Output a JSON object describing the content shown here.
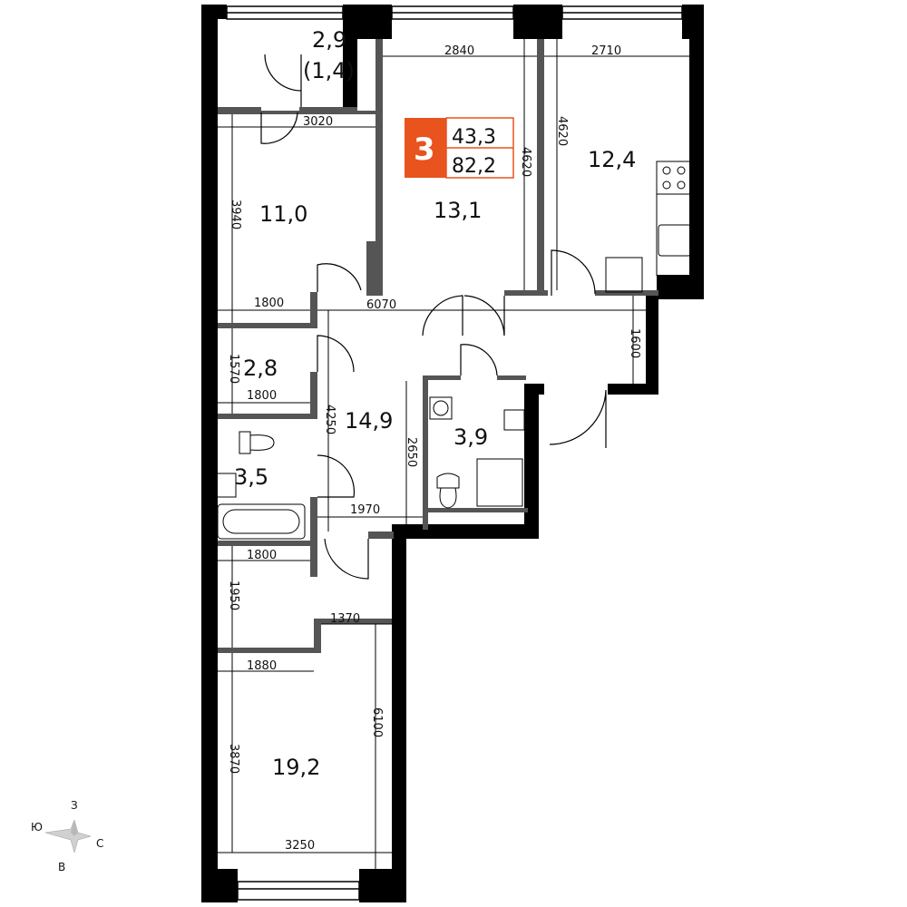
{
  "badge": {
    "rooms": "3",
    "living_area": "43,3",
    "total_area": "82,2",
    "accent_color": "#e8531e"
  },
  "rooms": {
    "loggia": "2,9",
    "loggia_reduced": "(1,4)",
    "bedroom_top_left": "11,0",
    "living_room": "13,1",
    "kitchen": "12,4",
    "storage": "2,8",
    "hall": "14,9",
    "wc": "3,9",
    "bathroom": "3,5",
    "bedroom_bottom": "19,2"
  },
  "dimensions": {
    "d2840": "2840",
    "d2710": "2710",
    "d3020": "3020",
    "d3940": "3940",
    "d4620_a": "4620",
    "d4620_b": "4620",
    "d1800_a": "1800",
    "d6070": "6070",
    "d1600": "1600",
    "d1570": "1570",
    "d1800_b": "1800",
    "d4250": "4250",
    "d2650": "2650",
    "d1970": "1970",
    "d1800_c": "1800",
    "d1950": "1950",
    "d1370": "1370",
    "d1880": "1880",
    "d6100": "6100",
    "d3870": "3870",
    "d3250": "3250"
  },
  "compass": {
    "north": "С",
    "south": "Ю",
    "east": "В",
    "west": "З"
  }
}
